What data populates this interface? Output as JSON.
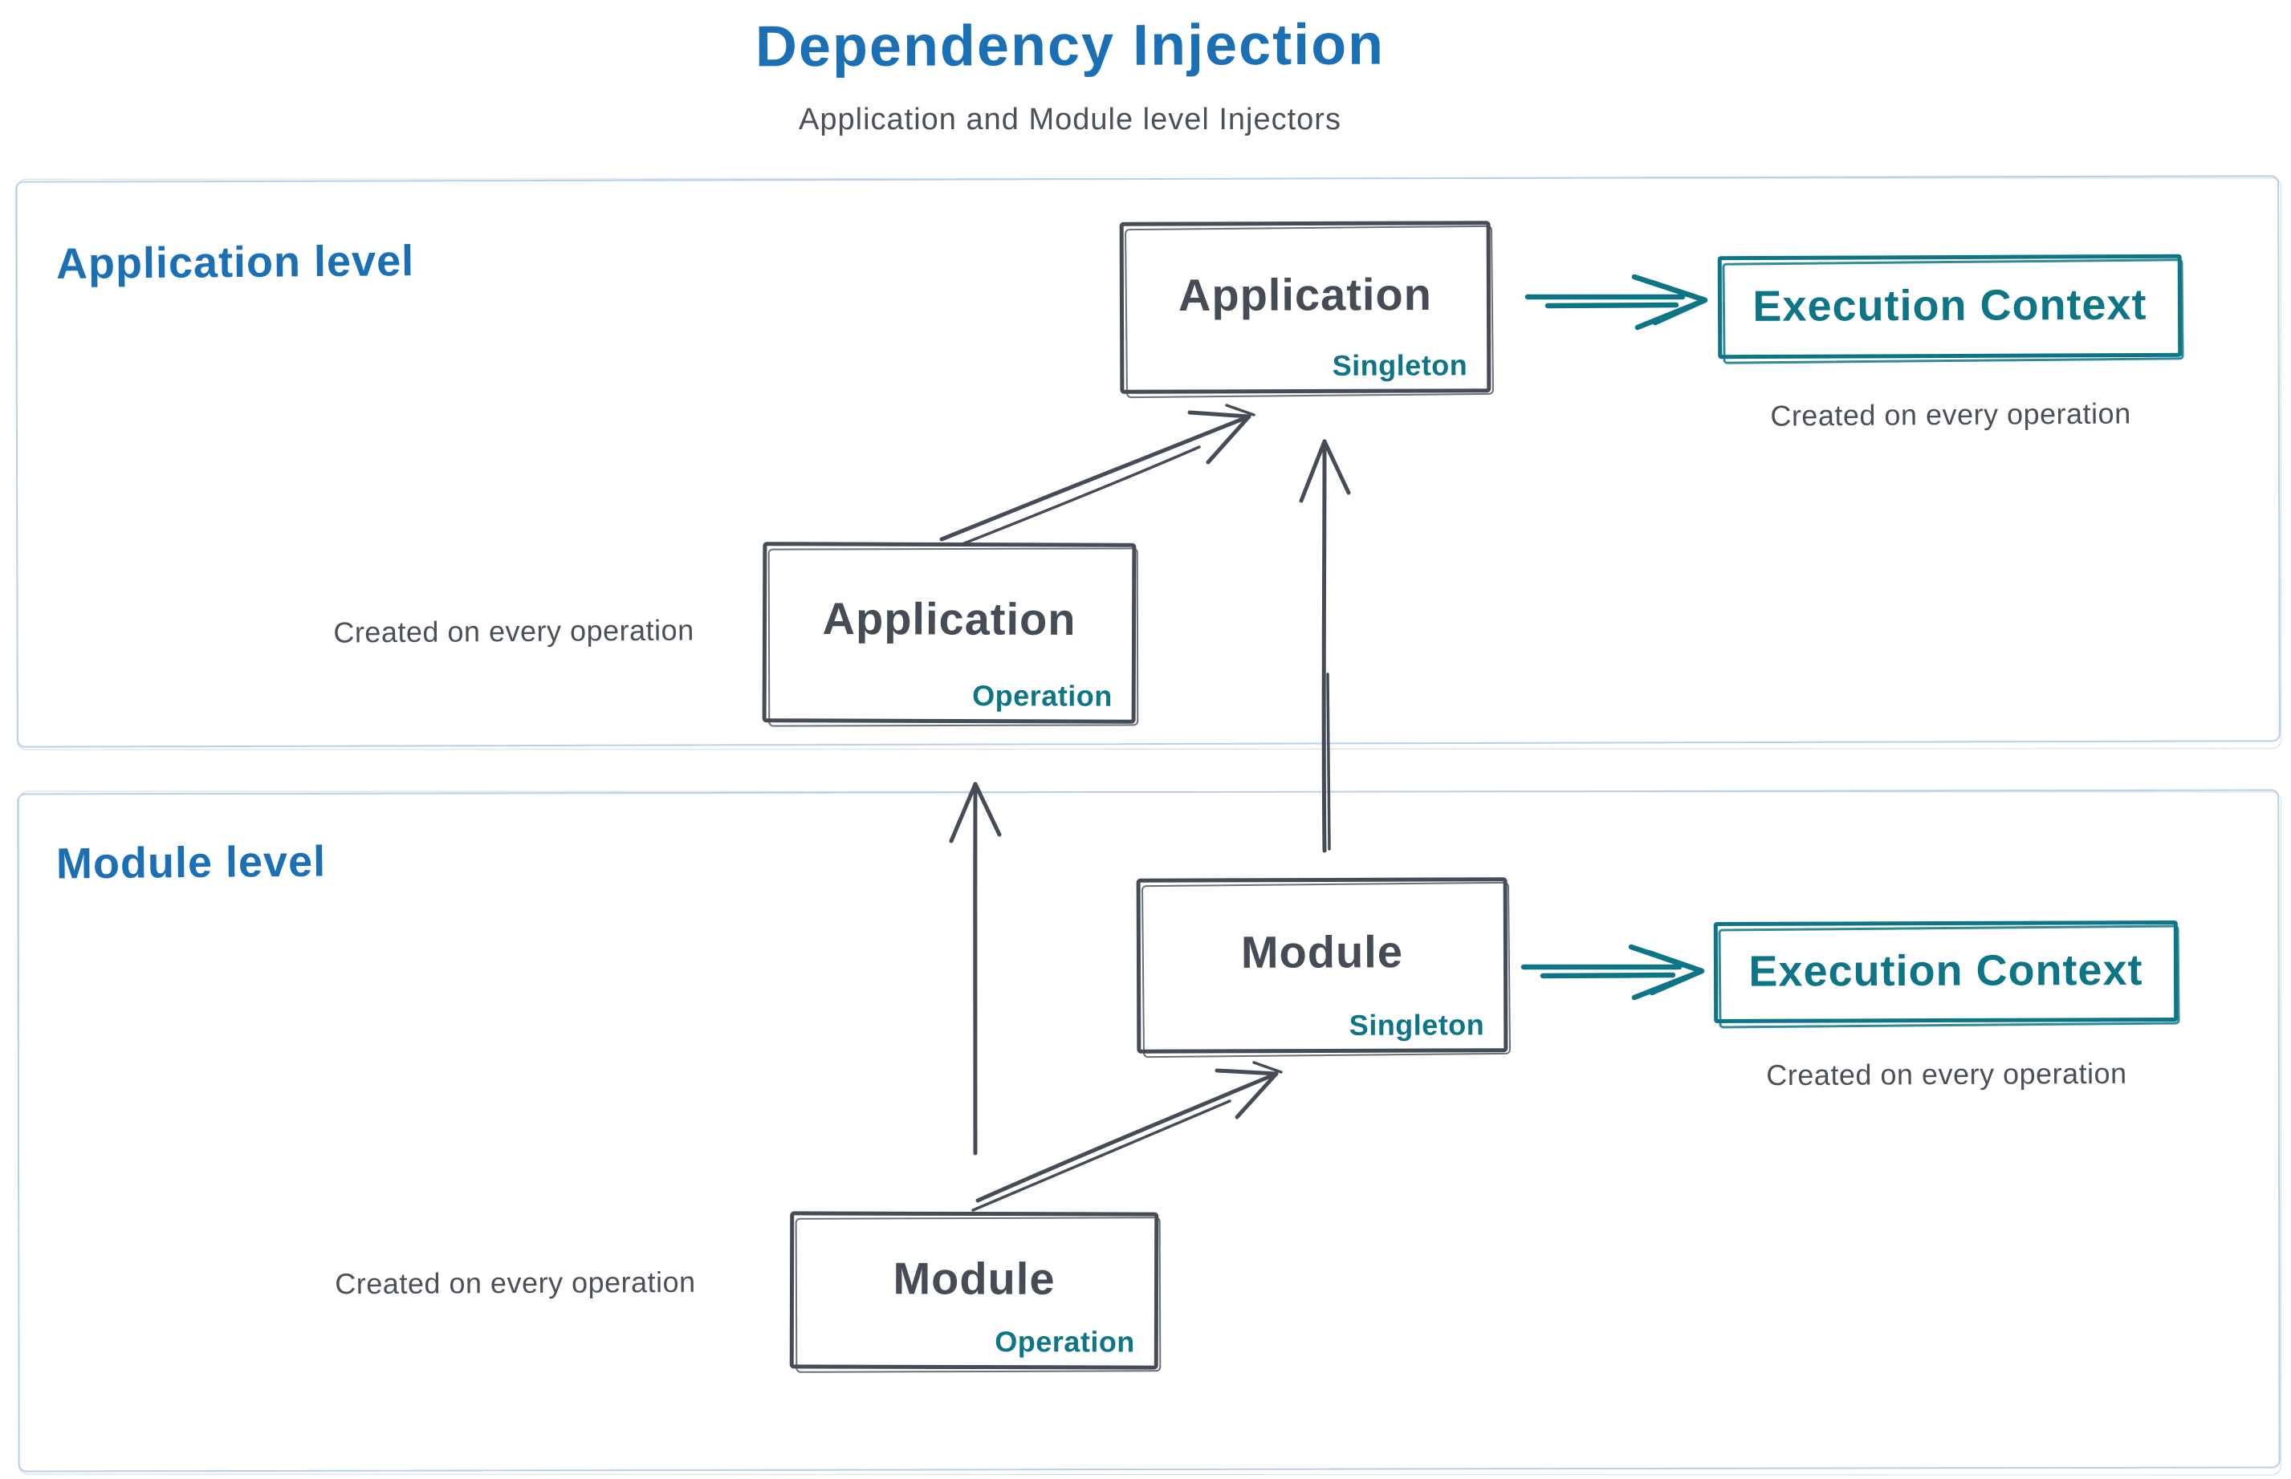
{
  "colors": {
    "blue": "#1b6fb5",
    "ink": "#454c56",
    "teal": "#0e7586",
    "frame": "#b9cfe8",
    "caption": "#4a5058"
  },
  "header": {
    "title": "Dependency Injection",
    "subtitle": "Application and Module level Injectors"
  },
  "sections": {
    "application": {
      "label": "Application level"
    },
    "module": {
      "label": "Module level"
    }
  },
  "nodes": {
    "app_singleton": {
      "title": "Application",
      "scope": "Singleton"
    },
    "app_operation": {
      "title": "Application",
      "scope": "Operation"
    },
    "module_singleton": {
      "title": "Module",
      "scope": "Singleton"
    },
    "module_operation": {
      "title": "Module",
      "scope": "Operation"
    },
    "exec_context_app": {
      "label": "Execution Context"
    },
    "exec_context_module": {
      "label": "Execution Context"
    }
  },
  "captions": {
    "exec_app": "Created on every operation",
    "exec_module": "Created on every operation",
    "app_operation": "Created on every operation",
    "module_operation": "Created on every operation"
  }
}
